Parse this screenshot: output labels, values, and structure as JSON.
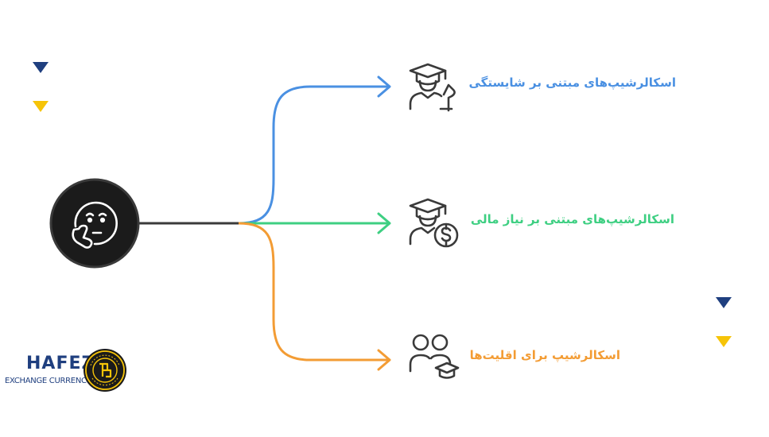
{
  "colors": {
    "blue": "#4a90e2",
    "green": "#3ecf82",
    "orange": "#f39c34",
    "navy": "#1f3f7f",
    "gold": "#f6c408",
    "hub": "#1b1b1b",
    "icon": "#3a3a3a"
  },
  "center": {
    "icon": "thinking-face-icon"
  },
  "branches": [
    {
      "label": "اسکالرشیپ‌های مبتنی بر شایستگی",
      "icon": "graduate-trophy-icon",
      "color": "#4a90e2"
    },
    {
      "label": "اسکالرشیپ‌های مبتنی بر نیاز مالی",
      "icon": "graduate-money-icon",
      "color": "#3ecf82"
    },
    {
      "label": "اسکالرشیپ برای اقلیت‌ها",
      "icon": "group-graduate-icon",
      "color": "#f39c34"
    }
  ],
  "logo": {
    "brand": "HAFEZ",
    "tagline": "EXCHANGE CURRENCY",
    "seal_text": "HAFEZ EXCHANGE · SINCE 2013"
  }
}
